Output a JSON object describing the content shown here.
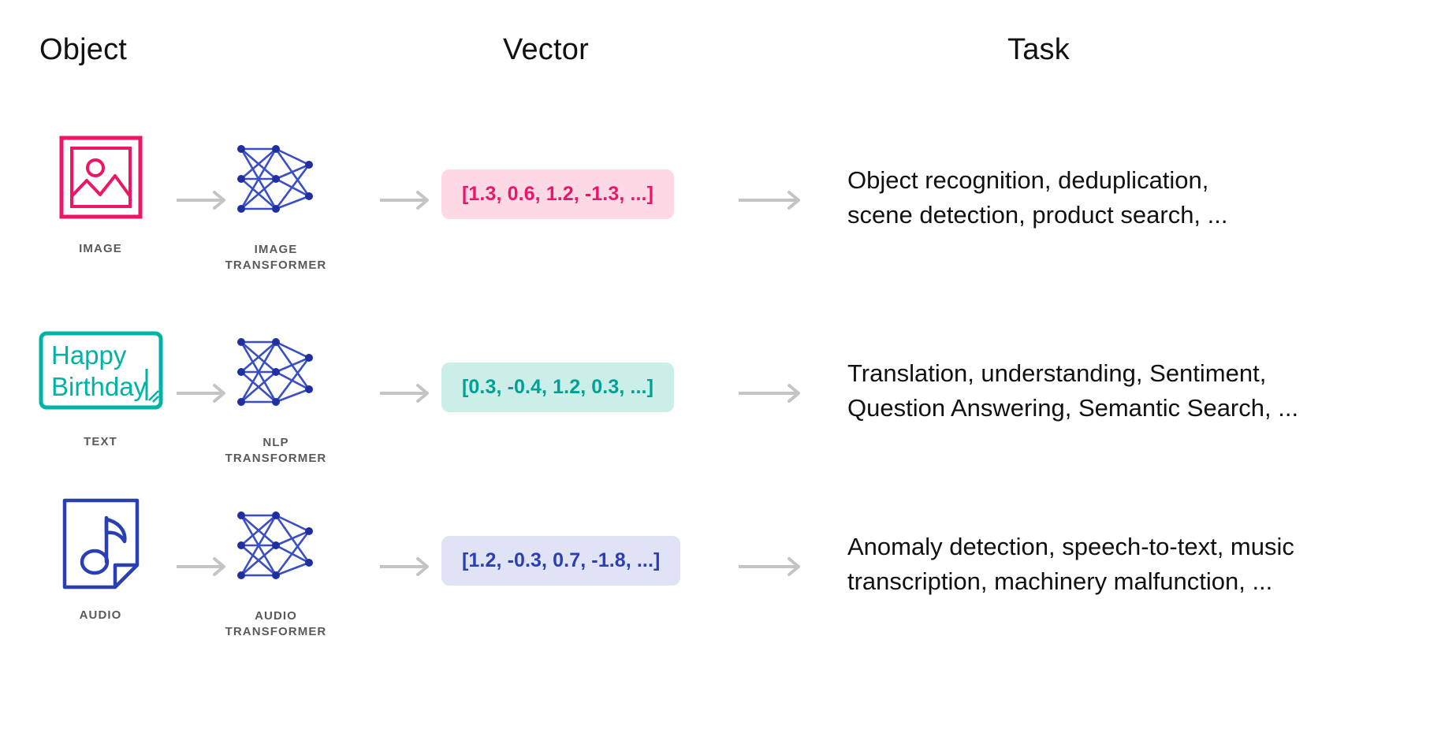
{
  "headers": {
    "object": "Object",
    "vector": "Vector",
    "task": "Task"
  },
  "colors": {
    "image_accent": "#ed1566",
    "image_badge_bg": "#fcd9e4",
    "image_badge_text": "#e8176a",
    "text_accent": "#00b3a4",
    "text_badge_bg": "#cceee9",
    "text_badge_text": "#00a193",
    "audio_accent": "#2b3fb5",
    "audio_badge_bg": "#dfe3f5",
    "audio_badge_text": "#2b3fb5",
    "arrow": "#c4c4c4",
    "nn_node": "#1f2fa0",
    "nn_edge": "#3a4fc4",
    "label_gray": "#5a5a5a",
    "body_text": "#111111"
  },
  "rows": [
    {
      "object_icon": "picture-icon",
      "object_label": "IMAGE",
      "transformer_icon": "neural-network-icon",
      "transformer_label_line1": "IMAGE",
      "transformer_label_line2": "TRANSFORMER",
      "vector": "[1.3, 0.6, 1.2, -1.3, ...]",
      "task_line1": "Object recognition, deduplication,",
      "task_line2": "scene detection, product search, ..."
    },
    {
      "object_icon": "text-box-icon",
      "object_icon_text_line1": "Happy",
      "object_icon_text_line2": "Birthday",
      "object_label": "TEXT",
      "transformer_icon": "neural-network-icon",
      "transformer_label_line1": "NLP",
      "transformer_label_line2": "TRANSFORMER",
      "vector": "[0.3, -0.4, 1.2, 0.3, ...]",
      "task_line1": "Translation, understanding, Sentiment,",
      "task_line2": "Question Answering, Semantic Search, ..."
    },
    {
      "object_icon": "audio-file-icon",
      "object_label": "AUDIO",
      "transformer_icon": "neural-network-icon",
      "transformer_label_line1": "AUDIO",
      "transformer_label_line2": "TRANSFORMER",
      "vector": "[1.2, -0.3, 0.7, -1.8, ...]",
      "task_line1": "Anomaly detection, speech-to-text, music",
      "task_line2": "transcription, machinery malfunction, ..."
    }
  ],
  "arrow_icon_name": "right-arrow-icon"
}
